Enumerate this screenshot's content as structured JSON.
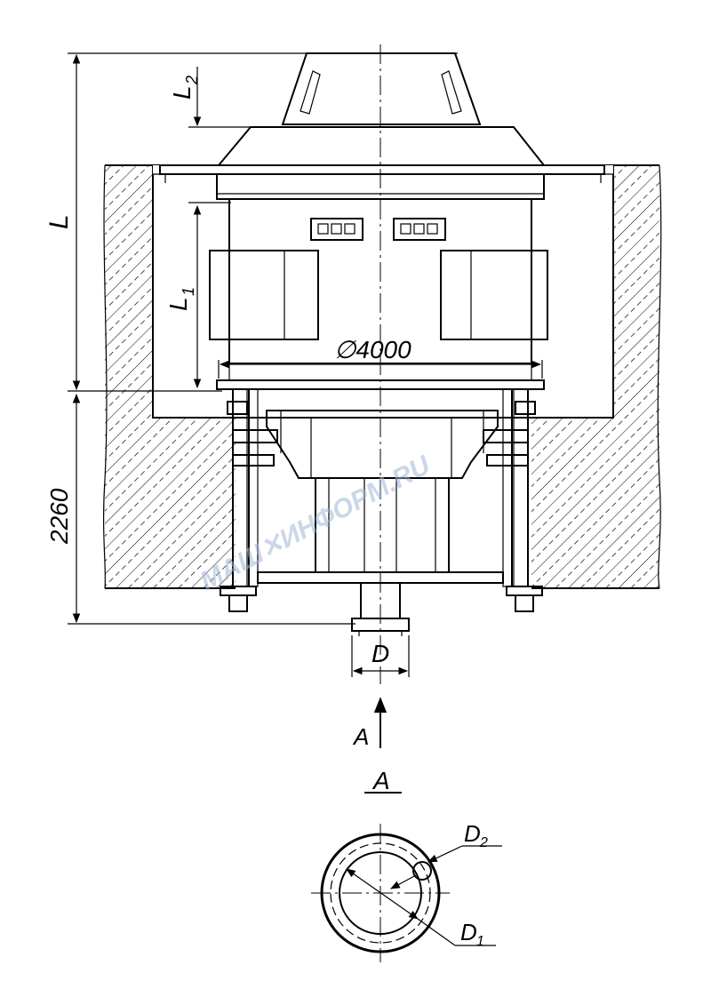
{
  "drawing": {
    "dimensions": {
      "overall_height": "L",
      "top_section": "L",
      "top_section_sub": "2",
      "motor_height": "L",
      "motor_height_sub": "1",
      "housing_diameter": "∅4000",
      "base_depth": "2260",
      "shaft_diameter": "D"
    },
    "view_arrow": "A",
    "section_title": "A",
    "section_dims": {
      "outer": "D",
      "outer_sub": "2",
      "inner": "D",
      "inner_sub": "1"
    },
    "watermark": "МАШ✕ИНФОРМ.RU"
  }
}
